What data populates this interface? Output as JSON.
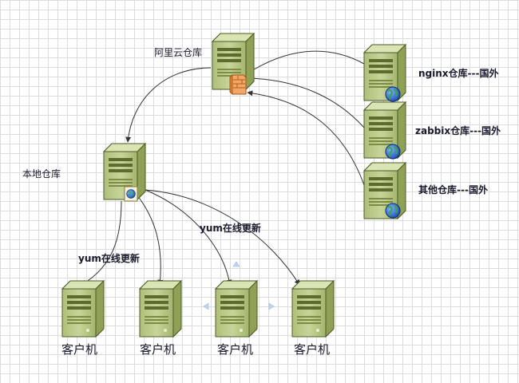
{
  "nodes": {
    "aliyun": {
      "label": "阿里云仓库"
    },
    "local": {
      "label": "本地仓库"
    },
    "nginx": {
      "label": "nginx仓库---国外"
    },
    "zabbix": {
      "label": "zabbix仓库---国外"
    },
    "other": {
      "label": "其他仓库---国外"
    },
    "clients": [
      {
        "label": "客户机"
      },
      {
        "label": "客户机"
      },
      {
        "label": "客户机"
      },
      {
        "label": "客户机"
      }
    ]
  },
  "edge_labels": {
    "yum_upper": "yum在线更新",
    "yum_lower": "yum在线更新"
  },
  "colors": {
    "server_front": "#b9c98a",
    "server_side": "#8c9e55",
    "server_top": "#d7e2ad",
    "arrow": "#333333",
    "selection_handle": "#bcd4ef"
  }
}
